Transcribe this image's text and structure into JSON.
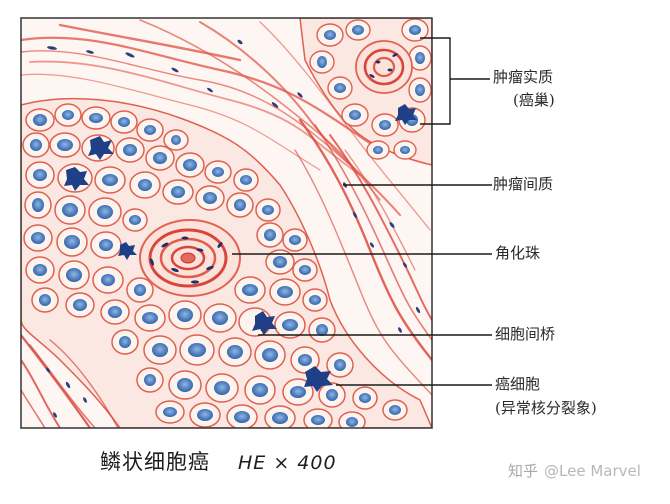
{
  "figure": {
    "title": "鳞状细胞癌",
    "stain": "HE × 400",
    "watermark": {
      "platform": "知乎",
      "author": "@Lee Marvel"
    }
  },
  "labels": [
    {
      "id": "tumor-parenchyma",
      "text": "肿瘤实质",
      "subtext": "(癌巢)",
      "pointer": "bracket"
    },
    {
      "id": "tumor-stroma",
      "text": "肿瘤间质",
      "pointer": "line"
    },
    {
      "id": "keratin-pearl",
      "text": "角化珠",
      "pointer": "line"
    },
    {
      "id": "intercellular-bridge",
      "text": "细胞间桥",
      "pointer": "line"
    },
    {
      "id": "cancer-cell",
      "text": "癌细胞",
      "subtext": "(异常核分裂象)",
      "pointer": "line"
    }
  ],
  "colors": {
    "stroma_red": "#d9453a",
    "cell_membrane": "#e0604f",
    "nucleus_blue": "#3f6fb0",
    "nucleus_dark": "#1f3f86",
    "cytoplasm": "#fbeee8",
    "line": "#1a1a1a"
  }
}
